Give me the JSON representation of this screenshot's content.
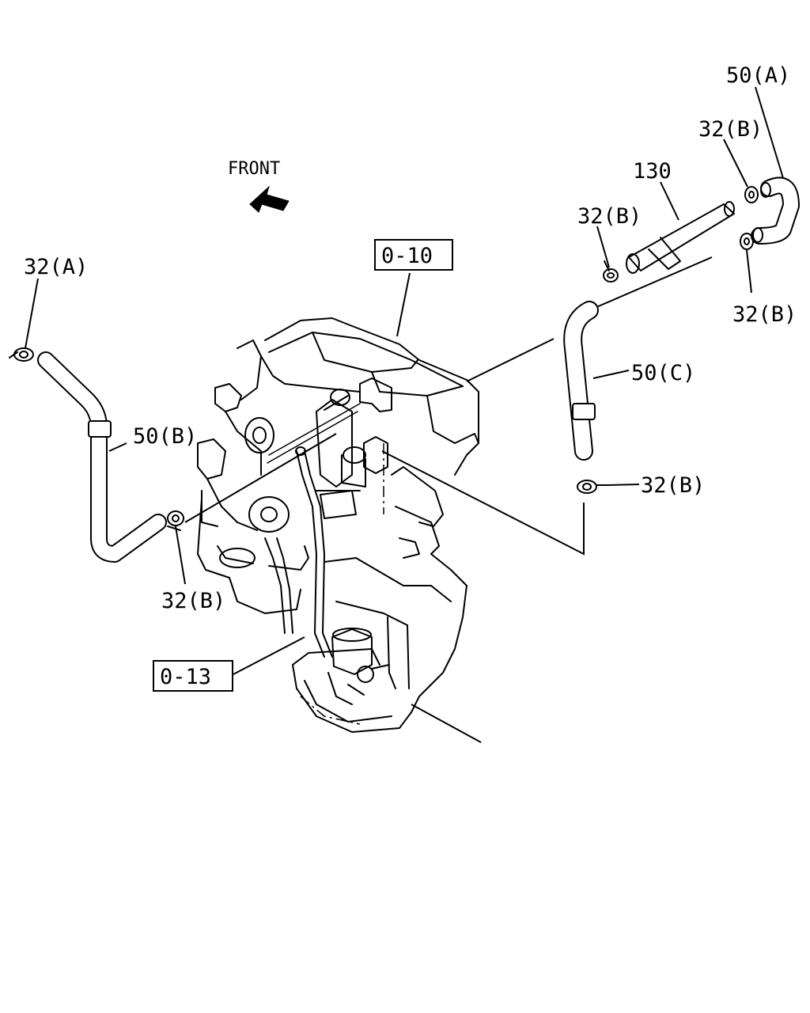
{
  "diagram": {
    "direction_label": "FRONT",
    "refs": {
      "ref_0_10": "0-10",
      "ref_0_13": "0-13"
    },
    "parts": {
      "hose_a": "50(A)",
      "hose_b": "50(B)",
      "hose_c": "50(C)",
      "pipe_130": "130",
      "clip_a": "32(A)",
      "clip_b_1": "32(B)",
      "clip_b_2": "32(B)",
      "clip_b_3": "32(B)",
      "clip_b_4": "32(B)",
      "clip_b_5": "32(B)"
    }
  }
}
